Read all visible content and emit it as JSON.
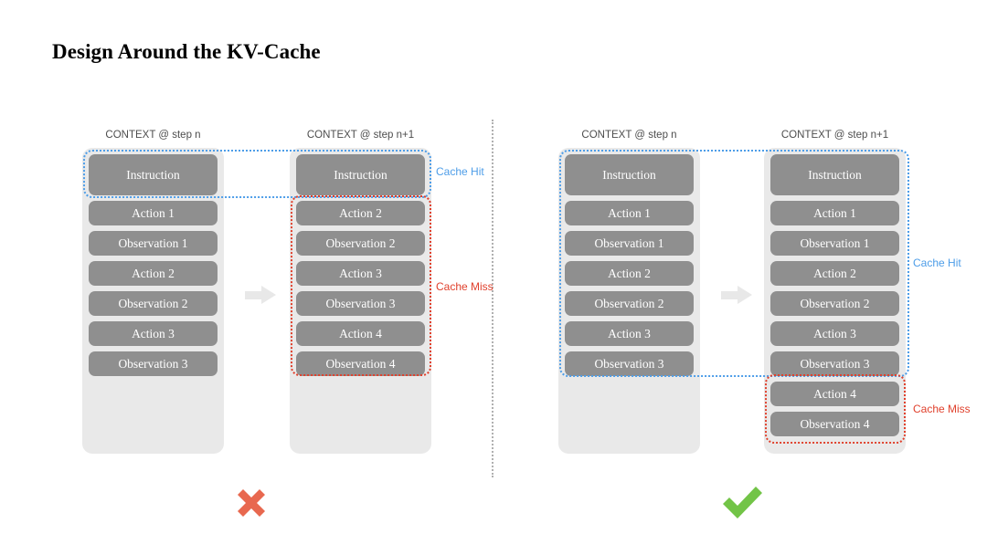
{
  "slide": {
    "title": "Design Around the KV-Cache"
  },
  "colors": {
    "cache_hit": "#4d9de8",
    "cache_miss": "#e0402c",
    "box_fill": "#8f8f8f",
    "panel_fill": "#e9e9e9",
    "cross": "#e8684f",
    "check": "#72c447"
  },
  "labels": {
    "context_step_n": "CONTEXT @ step n",
    "context_step_n1": "CONTEXT @ step n+1",
    "cache_hit": "Cache Hit",
    "cache_miss": "Cache Miss"
  },
  "bad_example": {
    "verdict": "cross",
    "left_column": {
      "header": "CONTEXT @ step n",
      "items": [
        "Instruction",
        "Action 1",
        "Observation 1",
        "Action 2",
        "Observation 2",
        "Action 3",
        "Observation 3"
      ]
    },
    "right_column": {
      "header": "CONTEXT @ step n+1",
      "items": [
        "Instruction",
        "Action 2",
        "Observation 2",
        "Action 3",
        "Observation 3",
        "Action 4",
        "Observation 4"
      ]
    },
    "annotations": [
      {
        "type": "cache_hit",
        "label": "Cache Hit",
        "covers": [
          "Instruction"
        ]
      },
      {
        "type": "cache_miss",
        "label": "Cache Miss",
        "covers": [
          "Action 2",
          "Observation 2",
          "Action 3",
          "Observation 3",
          "Action 4",
          "Observation 4"
        ]
      }
    ]
  },
  "good_example": {
    "verdict": "check",
    "left_column": {
      "header": "CONTEXT @ step n",
      "items": [
        "Instruction",
        "Action 1",
        "Observation 1",
        "Action 2",
        "Observation 2",
        "Action 3",
        "Observation 3"
      ]
    },
    "right_column": {
      "header": "CONTEXT @ step n+1",
      "items": [
        "Instruction",
        "Action 1",
        "Observation 1",
        "Action 2",
        "Observation 2",
        "Action 3",
        "Observation 3",
        "Action 4",
        "Observation 4"
      ]
    },
    "annotations": [
      {
        "type": "cache_hit",
        "label": "Cache Hit",
        "covers": [
          "Instruction",
          "Action 1",
          "Observation 1",
          "Action 2",
          "Observation 2",
          "Action 3",
          "Observation 3"
        ]
      },
      {
        "type": "cache_miss",
        "label": "Cache Miss",
        "covers": [
          "Action 4",
          "Observation 4"
        ]
      }
    ]
  }
}
